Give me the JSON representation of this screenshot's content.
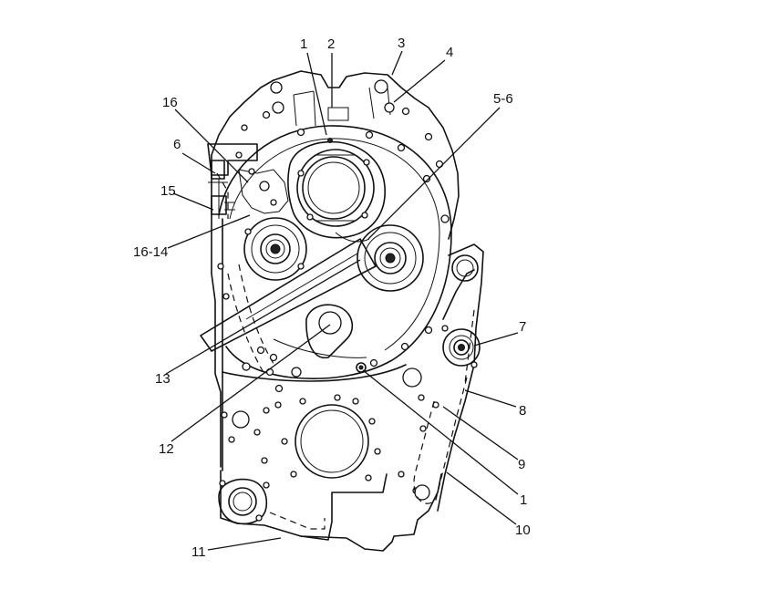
{
  "callouts": [
    {
      "id": "c1a",
      "text": "1"
    },
    {
      "id": "c2",
      "text": "2"
    },
    {
      "id": "c3",
      "text": "3"
    },
    {
      "id": "c4",
      "text": "4"
    },
    {
      "id": "c56",
      "text": "5-6"
    },
    {
      "id": "c16",
      "text": "16"
    },
    {
      "id": "c6",
      "text": "6"
    },
    {
      "id": "c15",
      "text": "15"
    },
    {
      "id": "c1614",
      "text": "16-14"
    },
    {
      "id": "c7",
      "text": "7"
    },
    {
      "id": "c8",
      "text": "8"
    },
    {
      "id": "c9",
      "text": "9"
    },
    {
      "id": "c1b",
      "text": "1"
    },
    {
      "id": "c10",
      "text": "10"
    },
    {
      "id": "c11",
      "text": "11"
    },
    {
      "id": "c12",
      "text": "12"
    },
    {
      "id": "c13",
      "text": "13"
    }
  ]
}
